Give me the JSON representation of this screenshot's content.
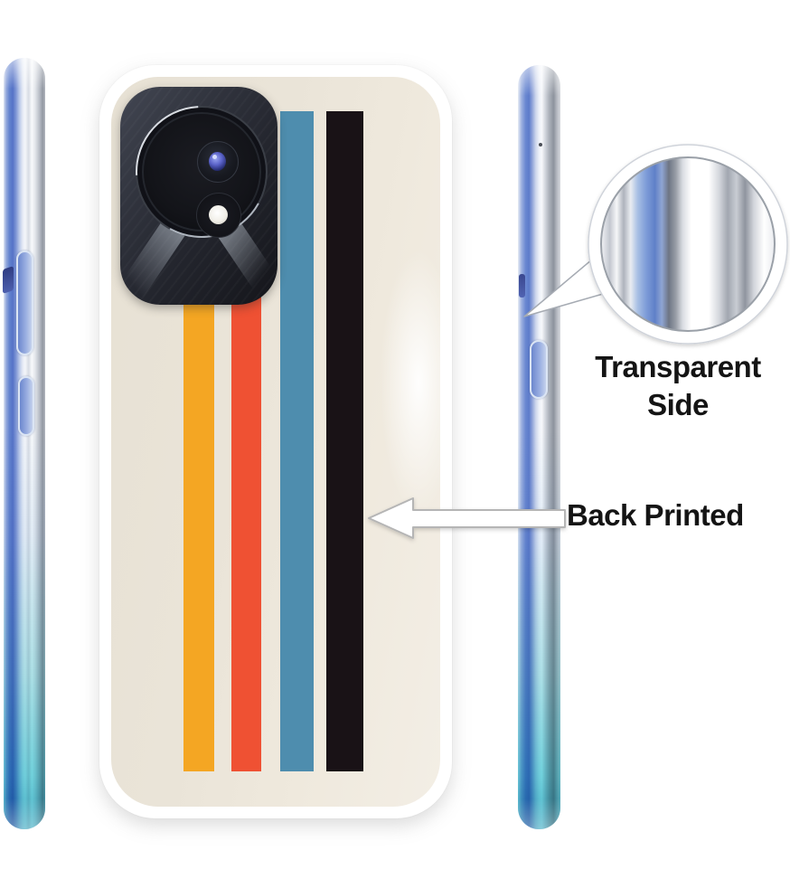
{
  "annotations": {
    "transparent_side": {
      "lines": [
        "Transparent",
        "Side"
      ]
    },
    "back_printed": {
      "label": "Back Printed"
    }
  },
  "colors": {
    "background": "#FFFFFF",
    "case_frame": "#FFFFFF",
    "case_back_cream": "#EAE4D8",
    "stripes": {
      "yellow": "#F4A623",
      "orange": "#EF5133",
      "blue": "#4E8DAE",
      "black": "#191216"
    },
    "camera_module_dark": "#23262E",
    "lens_glint_blue": "#5A62C8",
    "flash_white": "#F1EFE8",
    "phone_side_blue": "#5F7ECC",
    "phone_side_silver": "#C9CDD5",
    "phone_bottom_teal": "#49C5CE",
    "magnifier_ring": "#FFFFFF",
    "magnifier_outline": "#9AA0A8",
    "arrow_fill": "#FFFFFF",
    "arrow_outline": "#B5B5B5",
    "annotation_text": "#141414"
  },
  "icons": {
    "arrow": "left-arrow-icon",
    "magnifier": "zoom-circle-icon"
  }
}
